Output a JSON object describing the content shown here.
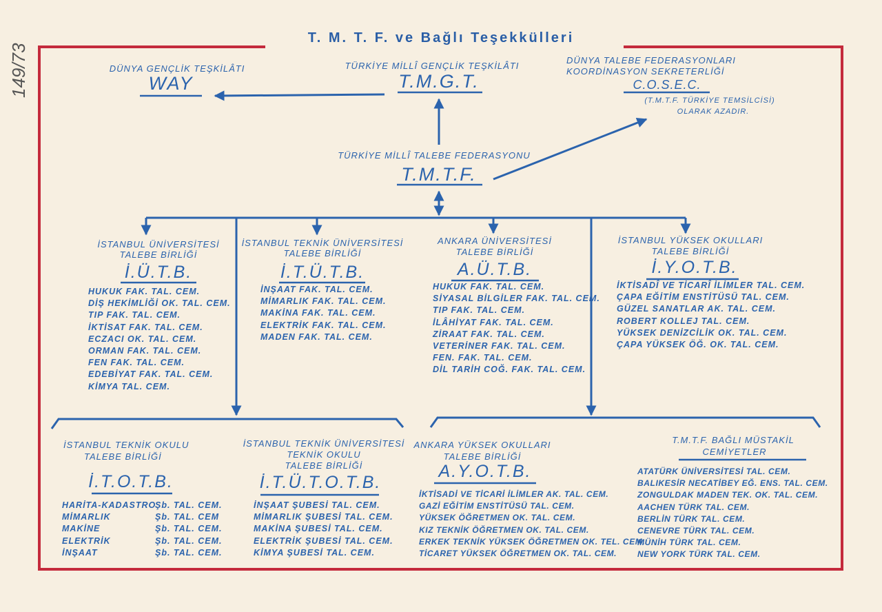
{
  "title": "T. M. T. F.  ve  Bağlı  Teşekkülleri",
  "margin_note": "149/73",
  "colors": {
    "ink": "#2b63ad",
    "frame": "#c42a3c",
    "paper": "#f7efe1"
  },
  "top": {
    "way": {
      "label": "DÜNYA GENÇLİK TEŞKİLÂTI",
      "abbr": "WAY"
    },
    "tmgt": {
      "label": "TÜRKİYE MİLLÎ GENÇLİK TEŞKİLÂTI",
      "abbr": "T.M.G.T."
    },
    "cosec": {
      "label_1": "DÜNYA TALEBE FEDERASYONLARI",
      "label_2": "KOORDİNASYON SEKRETERLİĞİ",
      "abbr": "C.O.S.E.C.",
      "note_1": "(T.M.T.F. TÜRKİYE TEMSİLCİSİ)",
      "note_2": "OLARAK AZADIR."
    },
    "tmtf": {
      "label": "TÜRKİYE MİLLÎ TALEBE FEDERASYONU",
      "abbr": "T.M.T.F."
    }
  },
  "middle": [
    {
      "name_1": "İSTANBUL ÜNİVERSİTESİ",
      "name_2": "TALEBE BİRLİĞİ",
      "abbr": "İ.Ü.T.B.",
      "items": [
        "HUKUK FAK. TAL. CEM.",
        "DİŞ HEKİMLİĞİ OK. TAL. CEM.",
        "TIP FAK. TAL. CEM.",
        "İKTİSAT FAK. TAL. CEM.",
        "ECZACI OK. TAL. CEM.",
        "ORMAN FAK. TAL. CEM.",
        "FEN FAK. TAL. CEM.",
        "EDEBİYAT FAK. TAL. CEM.",
        "KİMYA TAL. CEM."
      ]
    },
    {
      "name_1": "İSTANBUL TEKNİK ÜNİVERSİTESİ",
      "name_2": "TALEBE BİRLİĞİ",
      "abbr": "İ.T.Ü.T.B.",
      "items": [
        "İNŞAAT FAK. TAL. CEM.",
        "MİMARLIK FAK. TAL. CEM.",
        "MAKİNA FAK. TAL. CEM.",
        "ELEKTRİK FAK. TAL. CEM.",
        "MADEN FAK. TAL. CEM."
      ]
    },
    {
      "name_1": "ANKARA ÜNİVERSİTESİ",
      "name_2": "TALEBE BİRLİĞİ",
      "abbr": "A.Ü.T.B.",
      "items": [
        "HUKUK FAK. TAL. CEM.",
        "SİYASAL BİLGİLER FAK. TAL. CEM.",
        "TIP FAK. TAL. CEM.",
        "İLÂHİYAT FAK. TAL. CEM.",
        "ZİRAAT FAK. TAL. CEM.",
        "VETERİNER FAK. TAL. CEM.",
        "FEN. FAK. TAL. CEM.",
        "DİL TARİH COĞ. FAK. TAL. CEM."
      ]
    },
    {
      "name_1": "İSTANBUL YÜKSEK OKULLARI",
      "name_2": "TALEBE BİRLİĞİ",
      "abbr": "İ.Y.O.T.B.",
      "items": [
        "İKTİSADÎ VE TİCARÎ İLİMLER TAL. CEM.",
        "ÇAPA EĞİTİM ENSTİTÜSÜ TAL. CEM.",
        "GÜZEL SANATLAR AK. TAL. CEM.",
        "ROBERT KOLLEJ TAL. CEM.",
        "YÜKSEK DENİZCİLİK OK. TAL. CEM.",
        "ÇAPA YÜKSEK ÖĞ. OK. TAL. CEM."
      ]
    }
  ],
  "bottom": {
    "itotb": {
      "name_1": "İSTANBUL TEKNİK OKULU",
      "name_2": "TALEBE BİRLİĞİ",
      "abbr": "İ.T.O.T.B.",
      "rows": [
        {
          "name": "HARİTA-KADASTRO",
          "suffix": "Şb. TAL. CEM."
        },
        {
          "name": "MİMARLIK",
          "suffix": "Şb. TAL. CEM"
        },
        {
          "name": "MAKİNE",
          "suffix": "Şb. TAL. CEM."
        },
        {
          "name": "ELEKTRİK",
          "suffix": "Şb. TAL. CEM."
        },
        {
          "name": "İNŞAAT",
          "suffix": "Şb. TAL. CEM."
        }
      ]
    },
    "itutotb": {
      "name_1": "İSTANBUL TEKNİK ÜNİVERSİTESİ",
      "name_2": "TEKNİK OKULU",
      "name_3": "TALEBE BİRLİĞİ",
      "abbr": "İ.T.Ü.T.O.T.B.",
      "items": [
        "İNŞAAT ŞUBESİ TAL. CEM.",
        "MİMARLIK ŞUBESİ TAL. CEM.",
        "MAKİNA ŞUBESİ TAL. CEM.",
        "ELEKTRİK ŞUBESİ TAL. CEM.",
        "KİMYA ŞUBESİ TAL. CEM."
      ]
    },
    "ayotb": {
      "name_1": "ANKARA YÜKSEK OKULLARI",
      "name_2": "TALEBE BİRLİĞİ",
      "abbr": "A.Y.O.T.B.",
      "items": [
        "İKTİSADİ VE TİCARİ İLİMLER AK. TAL. CEM.",
        "GAZİ EĞİTİM ENSTİTÜSÜ TAL. CEM.",
        "YÜKSEK ÖĞRETMEN OK. TAL. CEM.",
        "KIZ TEKNİK ÖĞRETMEN OK. TAL. CEM.",
        "ERKEK TEKNİK YÜKSEK ÖĞRETMEN OK. TEL. CEM.",
        "TİCARET YÜKSEK ÖĞRETMEN OK. TAL. CEM."
      ]
    },
    "mustakil": {
      "name_1": "T.M.T.F. BAĞLI MÜSTAKİL",
      "name_2": "CEMİYETLER",
      "items": [
        "ATATÜRK ÜNİVERSİTESİ TAL. CEM.",
        "BALIKESİR NECATİBEY EĞ. ENS. TAL. CEM.",
        "ZONGULDAK MADEN TEK. OK. TAL. CEM.",
        "AACHEN TÜRK TAL. CEM.",
        "BERLİN TÜRK TAL. CEM.",
        "CENEVRE TÜRK TAL. CEM.",
        "MÜNİH TÜRK TAL. CEM.",
        "NEW YORK TÜRK TAL. CEM."
      ]
    }
  }
}
